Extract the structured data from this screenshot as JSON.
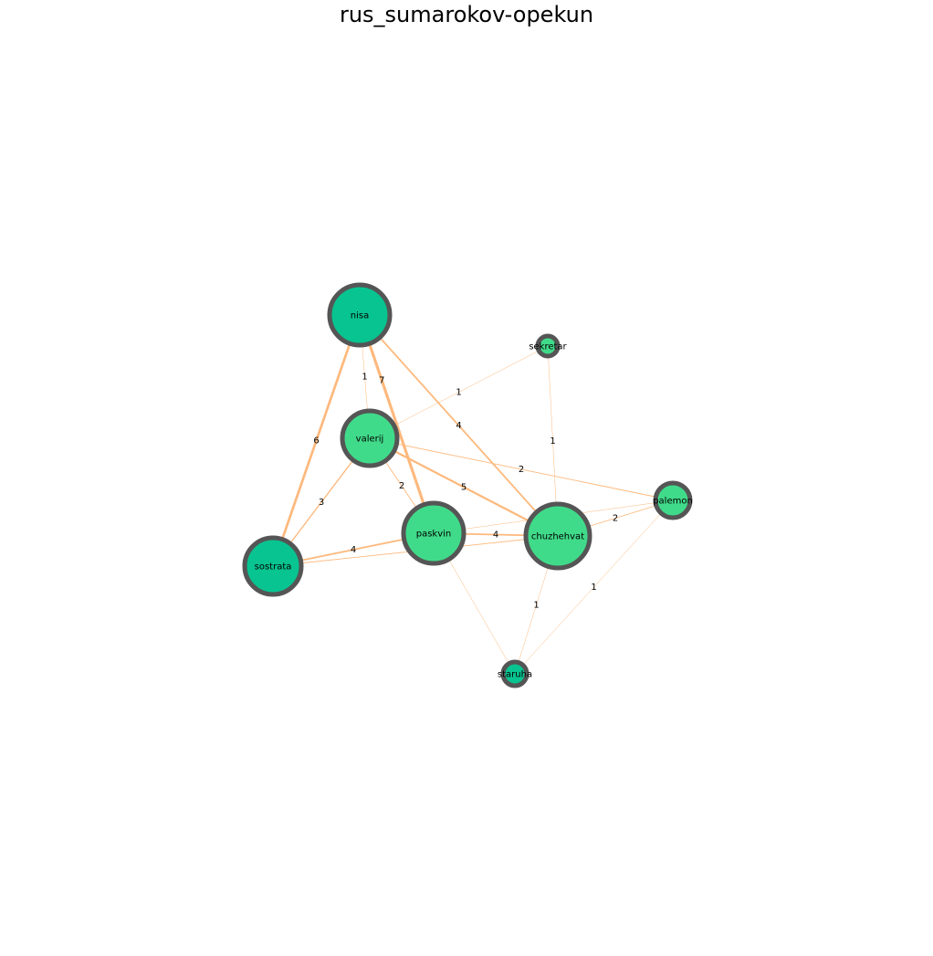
{
  "title": "rus_sumarokov-opekun",
  "colors": {
    "edge": "#fdb97d",
    "node_dark": "#08c490",
    "node_light": "#40db8a",
    "node_border": "#555555",
    "background": "#ffffff"
  },
  "nodes": [
    {
      "id": "nisa",
      "label": "nisa",
      "tone": "dark"
    },
    {
      "id": "sekretar",
      "label": "sekretar",
      "tone": "light"
    },
    {
      "id": "valerij",
      "label": "valerij",
      "tone": "light"
    },
    {
      "id": "palemon",
      "label": "palemon",
      "tone": "light"
    },
    {
      "id": "paskvin",
      "label": "paskvin",
      "tone": "light"
    },
    {
      "id": "chuzhehvat",
      "label": "chuzhehvat",
      "tone": "light"
    },
    {
      "id": "sostrata",
      "label": "sostrata",
      "tone": "dark"
    },
    {
      "id": "staruha",
      "label": "staruha",
      "tone": "dark"
    }
  ],
  "edges": [
    {
      "source": "nisa",
      "target": "valerij",
      "weight": 1,
      "label": "1"
    },
    {
      "source": "nisa",
      "target": "paskvin",
      "weight": 7,
      "label": "7"
    },
    {
      "source": "nisa",
      "target": "sostrata",
      "weight": 6,
      "label": "6"
    },
    {
      "source": "nisa",
      "target": "chuzhehvat",
      "weight": 4,
      "label": "4"
    },
    {
      "source": "valerij",
      "target": "sekretar",
      "weight": 1,
      "label": "1"
    },
    {
      "source": "valerij",
      "target": "palemon",
      "weight": 2,
      "label": "2"
    },
    {
      "source": "valerij",
      "target": "chuzhehvat",
      "weight": 5,
      "label": "5"
    },
    {
      "source": "valerij",
      "target": "paskvin",
      "weight": 2,
      "label": "2"
    },
    {
      "source": "valerij",
      "target": "sostrata",
      "weight": 3,
      "label": "3"
    },
    {
      "source": "sekretar",
      "target": "chuzhehvat",
      "weight": 1,
      "label": "1"
    },
    {
      "source": "paskvin",
      "target": "chuzhehvat",
      "weight": 4,
      "label": "4"
    },
    {
      "source": "paskvin",
      "target": "sostrata",
      "weight": 4,
      "label": "4"
    },
    {
      "source": "sostrata",
      "target": "chuzhehvat",
      "weight": 2,
      "label": ""
    },
    {
      "source": "chuzhehvat",
      "target": "palemon",
      "weight": 2,
      "label": "2"
    },
    {
      "source": "paskvin",
      "target": "palemon",
      "weight": 1,
      "label": ""
    },
    {
      "source": "chuzhehvat",
      "target": "staruha",
      "weight": 1,
      "label": "1"
    },
    {
      "source": "palemon",
      "target": "staruha",
      "weight": 1,
      "label": "1"
    },
    {
      "source": "paskvin",
      "target": "staruha",
      "weight": 1,
      "label": ""
    }
  ]
}
